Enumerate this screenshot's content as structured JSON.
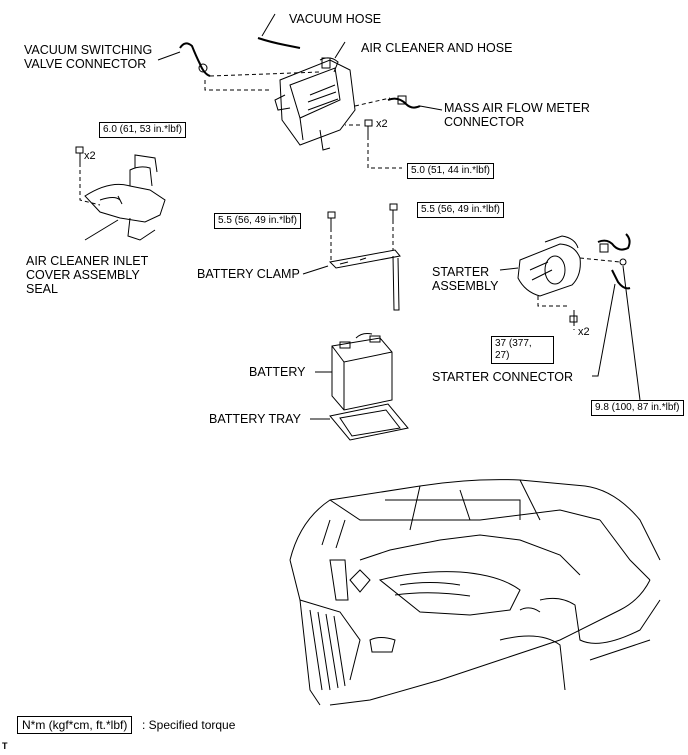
{
  "labels": {
    "vacuum_hose": "VACUUM HOSE",
    "vacuum_switching_1": "VACUUM SWITCHING",
    "vacuum_switching_2": "VALVE CONNECTOR",
    "air_cleaner_hose": "AIR CLEANER AND HOSE",
    "maf_1": "MASS AIR FLOW METER",
    "maf_2": "CONNECTOR",
    "inlet_1": "AIR CLEANER INLET",
    "inlet_2": "COVER ASSEMBLY",
    "inlet_3": "SEAL",
    "battery_clamp": "BATTERY CLAMP",
    "starter_1": "STARTER",
    "starter_2": "ASSEMBLY",
    "battery": "BATTERY",
    "starter_connector": "STARTER CONNECTOR",
    "battery_tray": "BATTERY TRAY"
  },
  "torques": {
    "t_inlet": "6.0 (61, 53 in.*lbf)",
    "t_aircleaner": "5.0 (51, 44 in.*lbf)",
    "t_clamp_left": "5.5 (56, 49 in.*lbf)",
    "t_clamp_right": "5.5 (56, 49 in.*lbf)",
    "t_starter_1": "37 (377,",
    "t_starter_2": "27)",
    "t_connector": "9.8 (100, 87 in.*lbf)"
  },
  "multipliers": {
    "x2_inlet": "x2",
    "x2_aircleaner": "x2",
    "x2_starter": "x2"
  },
  "legend": {
    "unit": "N*m (kgf*cm, ft.*lbf)",
    "description": ": Specified torque"
  },
  "corner_mark": "T"
}
